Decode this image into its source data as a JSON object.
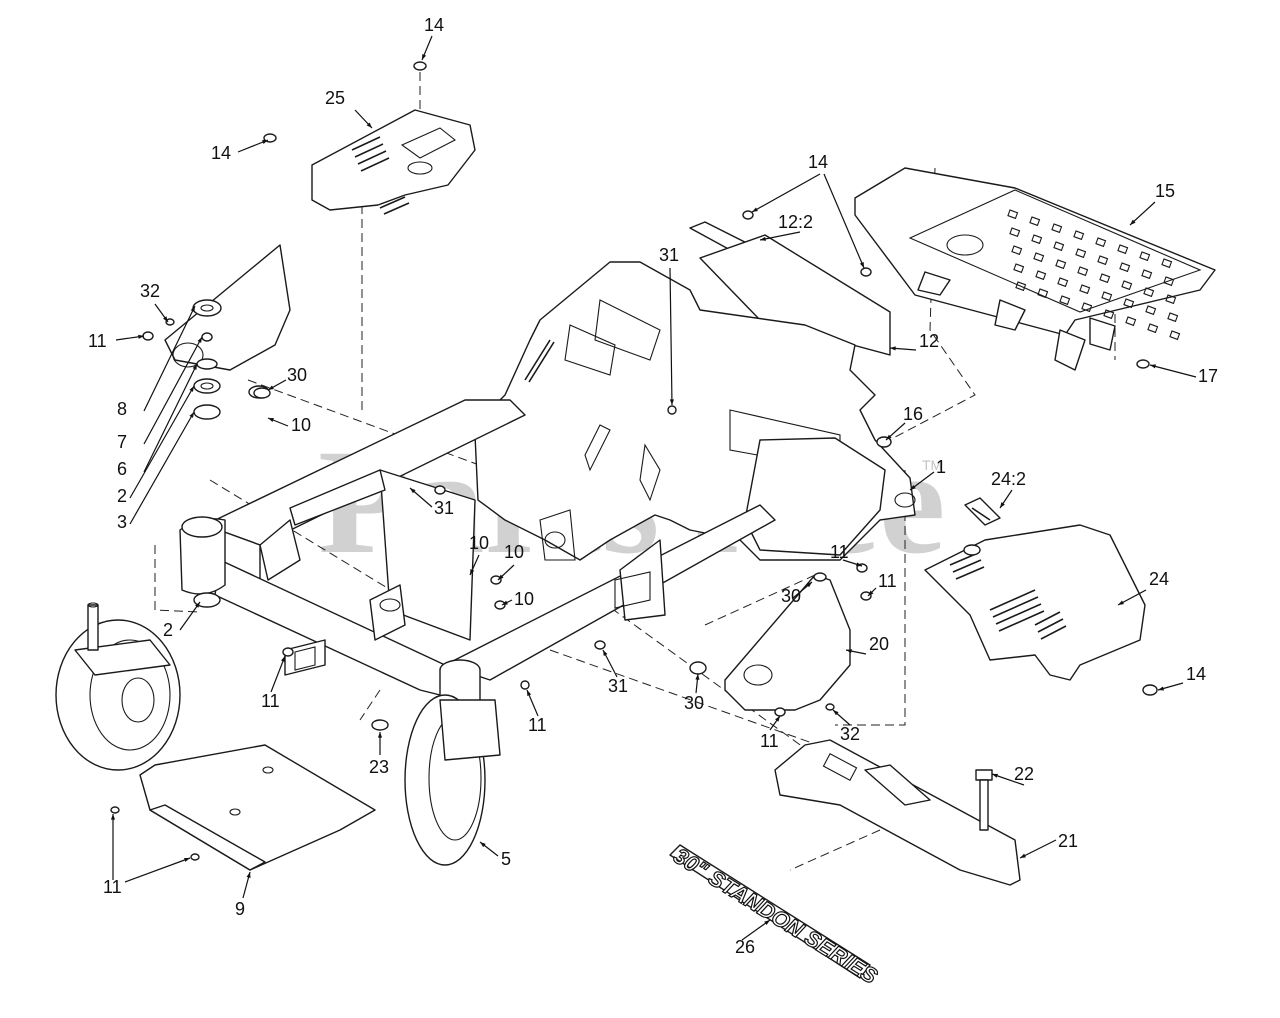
{
  "watermark": {
    "text": "PartsTree",
    "trademark": "TM"
  },
  "decal_text": "30\" STANDON SERIES",
  "callouts": [
    {
      "id": "c14a",
      "label": "14"
    },
    {
      "id": "c25",
      "label": "25"
    },
    {
      "id": "c14b",
      "label": "14"
    },
    {
      "id": "c14c",
      "label": "14"
    },
    {
      "id": "c15",
      "label": "15"
    },
    {
      "id": "c12_2",
      "label": "12:2"
    },
    {
      "id": "c31a",
      "label": "31"
    },
    {
      "id": "c12",
      "label": "12"
    },
    {
      "id": "c17",
      "label": "17"
    },
    {
      "id": "c32a",
      "label": "32"
    },
    {
      "id": "c11a",
      "label": "11"
    },
    {
      "id": "c30a",
      "label": "30"
    },
    {
      "id": "c8",
      "label": "8"
    },
    {
      "id": "c7",
      "label": "7"
    },
    {
      "id": "c10a",
      "label": "10"
    },
    {
      "id": "c6",
      "label": "6"
    },
    {
      "id": "c2a",
      "label": "2"
    },
    {
      "id": "c3",
      "label": "3"
    },
    {
      "id": "c16",
      "label": "16"
    },
    {
      "id": "c1",
      "label": "1"
    },
    {
      "id": "c24_2",
      "label": "24:2"
    },
    {
      "id": "c31b",
      "label": "31"
    },
    {
      "id": "c10b",
      "label": "10"
    },
    {
      "id": "c10c",
      "label": "10"
    },
    {
      "id": "c10d",
      "label": "10"
    },
    {
      "id": "c11b",
      "label": "11"
    },
    {
      "id": "c11c",
      "label": "11"
    },
    {
      "id": "c30b",
      "label": "30"
    },
    {
      "id": "c24",
      "label": "24"
    },
    {
      "id": "c2b",
      "label": "2"
    },
    {
      "id": "c20",
      "label": "20"
    },
    {
      "id": "c14d",
      "label": "14"
    },
    {
      "id": "c11d",
      "label": "11"
    },
    {
      "id": "c31c",
      "label": "31"
    },
    {
      "id": "c30c",
      "label": "30"
    },
    {
      "id": "c11e",
      "label": "11"
    },
    {
      "id": "c11f",
      "label": "11"
    },
    {
      "id": "c32b",
      "label": "32"
    },
    {
      "id": "c23",
      "label": "23"
    },
    {
      "id": "c22",
      "label": "22"
    },
    {
      "id": "c21",
      "label": "21"
    },
    {
      "id": "c5",
      "label": "5"
    },
    {
      "id": "c11g",
      "label": "11"
    },
    {
      "id": "c9",
      "label": "9"
    },
    {
      "id": "c26",
      "label": "26"
    }
  ]
}
